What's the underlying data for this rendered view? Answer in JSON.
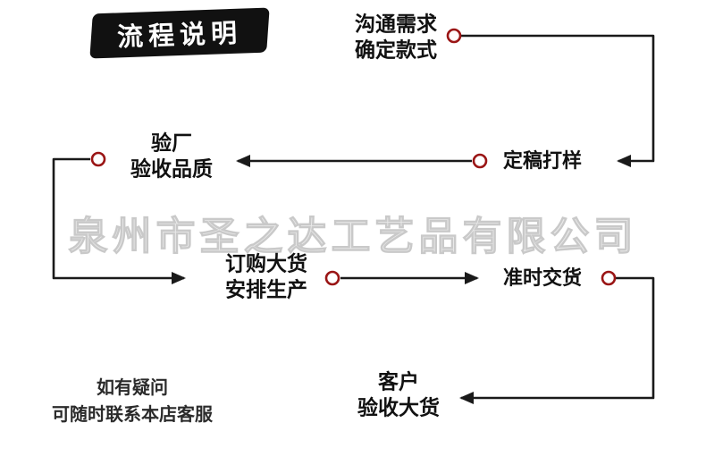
{
  "badge": {
    "label": "流程说明",
    "bg": "#111111",
    "text_color": "#ffffff"
  },
  "watermark": "泉州市圣之达工艺品有限公司",
  "colors": {
    "line": "#1a1a1a",
    "node_circle": "#9a1515",
    "watermark_gray": "#c9c9c9"
  },
  "steps": [
    {
      "id": "communicate",
      "label": "沟通需求\n确定款式"
    },
    {
      "id": "sample",
      "label": "定稿打样"
    },
    {
      "id": "inspect",
      "label": "验厂\n验收品质"
    },
    {
      "id": "order",
      "label": "订购大货\n安排生产"
    },
    {
      "id": "deliver",
      "label": "准时交货"
    },
    {
      "id": "accept",
      "label": "客户\n验收大货"
    }
  ],
  "note": "如有疑问\n可随时联系本店客服"
}
